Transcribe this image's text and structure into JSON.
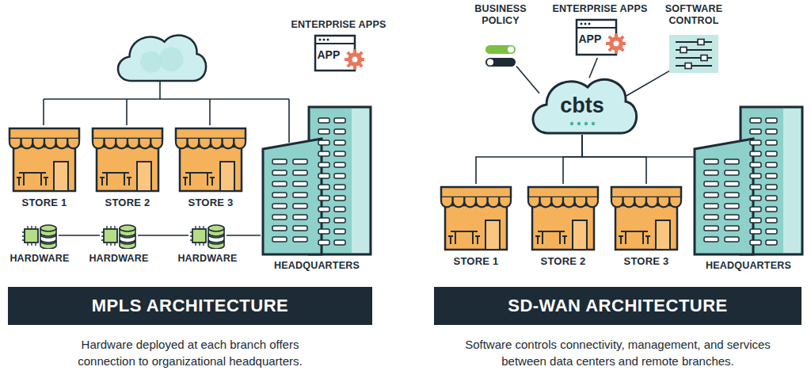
{
  "diagram": {
    "nodes": [
      {
        "text": [
          "ENTERPRISE APPS",
          "APP"
        ]
      },
      {
        "text": [
          "STORE 1"
        ]
      },
      {
        "text": [
          "STORE 2"
        ]
      },
      {
        "text": [
          "STORE 3"
        ]
      },
      {
        "text": [
          "HEADQUARTERS"
        ]
      },
      {
        "text": [
          "HARDWARE"
        ]
      },
      {
        "text": [
          "HARDWARE"
        ]
      },
      {
        "text": [
          "HARDWARE"
        ]
      },
      {
        "text": [
          "MPLS ARCHITECTURE"
        ]
      },
      {
        "text": [
          "BUSINESS POLICY"
        ]
      },
      {
        "text": [
          "ENTERPRISE APPS",
          "APP"
        ]
      },
      {
        "text": [
          "SOFTWARE CONTROL"
        ]
      },
      {
        "text": [
          "cbts"
        ]
      },
      {
        "text": [
          "STORE 1"
        ]
      },
      {
        "text": [
          "STORE 2"
        ]
      },
      {
        "text": [
          "STORE 3"
        ]
      },
      {
        "text": [
          "HEADQUARTERS"
        ]
      },
      {
        "text": [
          "SD-WAN ARCHITECTURE"
        ]
      }
    ],
    "edges": [
      {
        "from": 5,
        "to": 6,
        "arrow": "none"
      },
      {
        "from": 6,
        "to": 7,
        "arrow": "none"
      },
      {
        "from": 7,
        "to": 4,
        "arrow": "none"
      },
      {
        "from": 9,
        "to": 12,
        "arrow": "none"
      },
      {
        "from": 10,
        "to": 12,
        "arrow": "none"
      },
      {
        "from": 11,
        "to": 12,
        "arrow": "none"
      },
      {
        "from": 12,
        "to": 13,
        "arrow": "none"
      },
      {
        "from": 12,
        "to": 14,
        "arrow": "none"
      },
      {
        "from": 12,
        "to": 15,
        "arrow": "none"
      },
      {
        "from": 12,
        "to": 16,
        "arrow": "none"
      }
    ],
    "labels": [
      "Hardware deployed at each branch offers connection to organizational headquarters.",
      "Software controls connectivity, management, and services between data centers and remote branches."
    ]
  }
}
